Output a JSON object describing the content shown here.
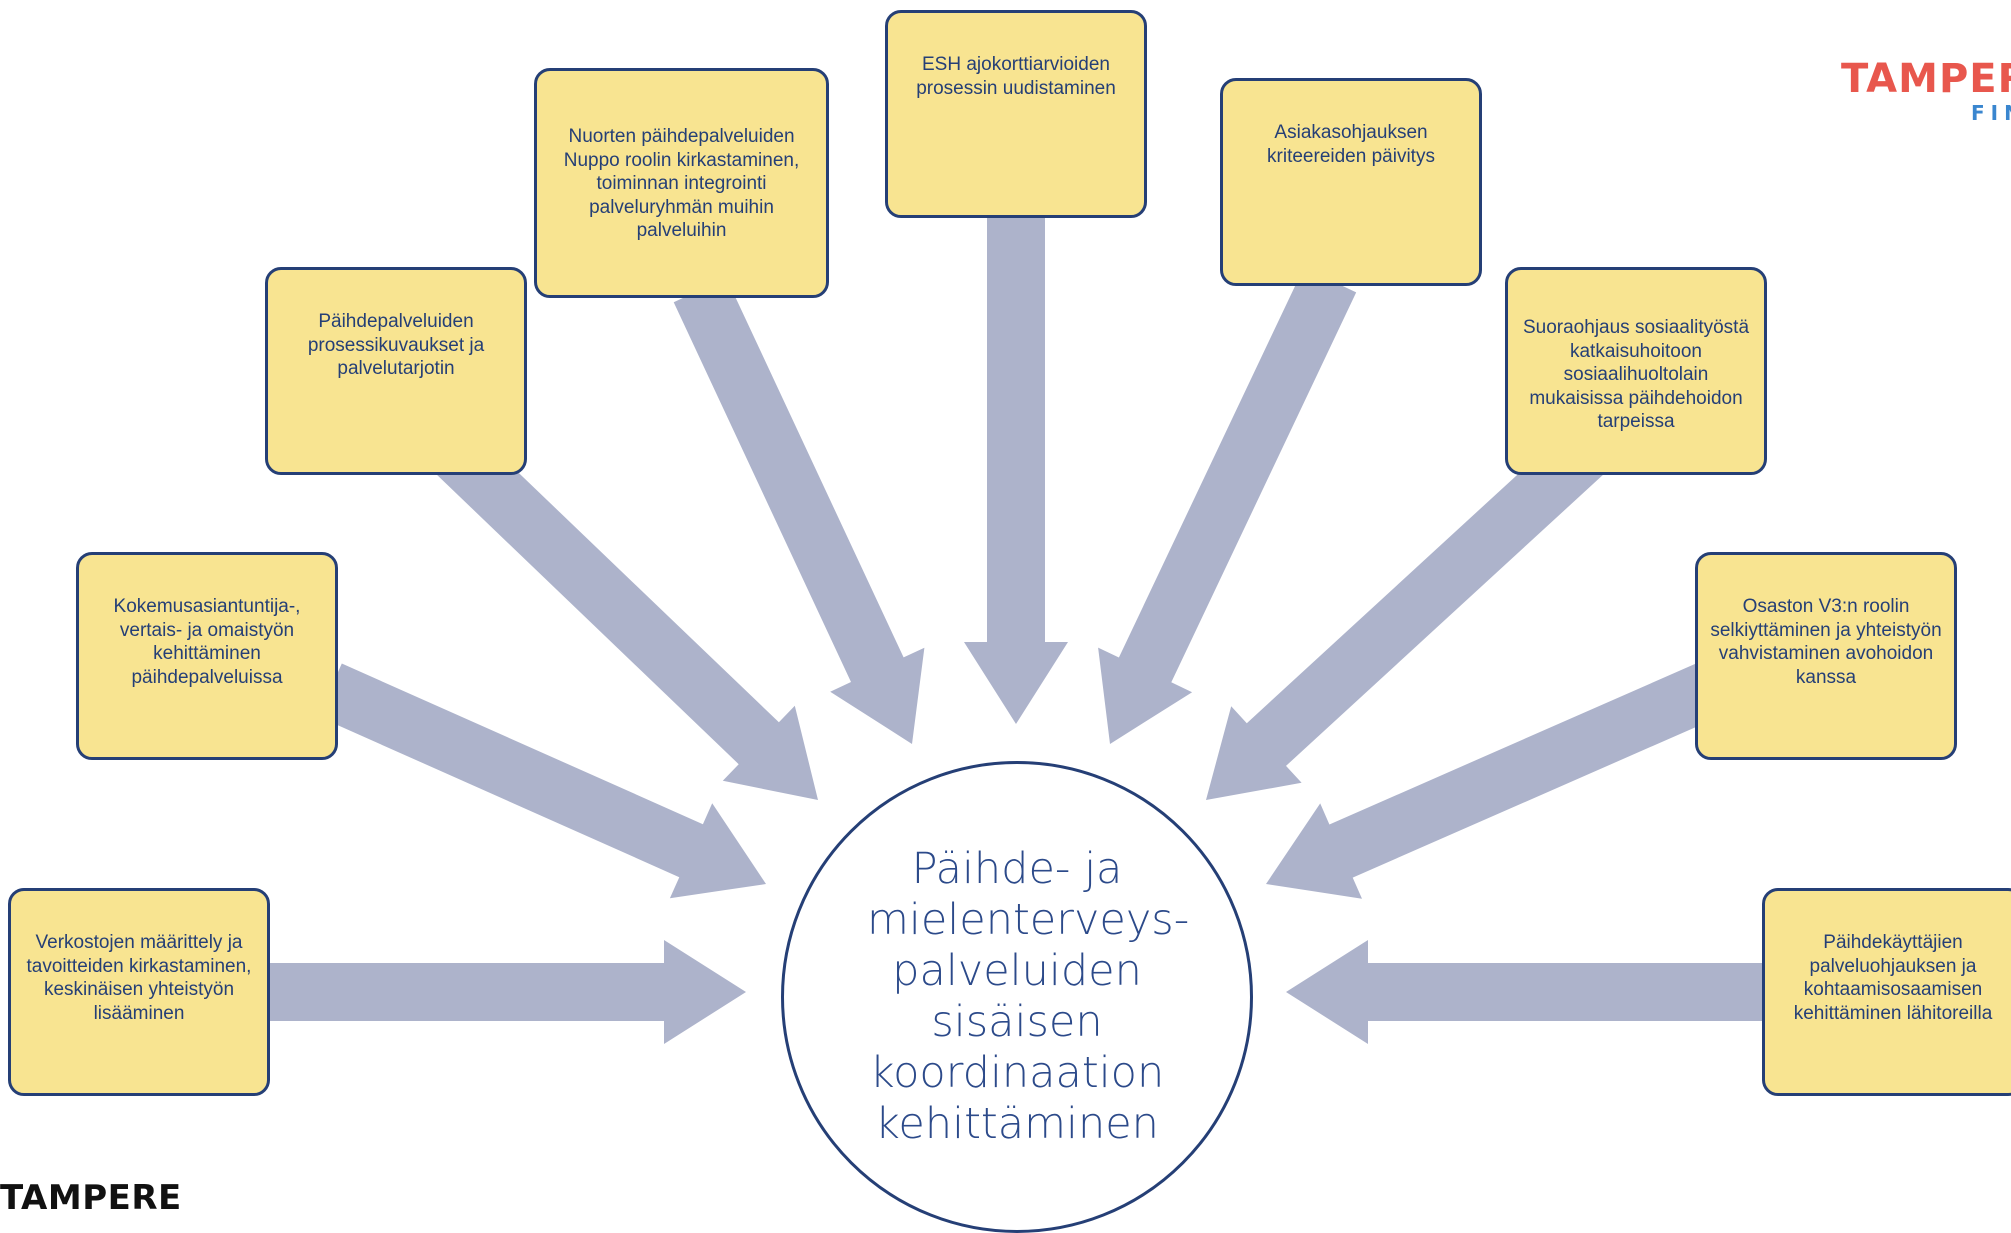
{
  "diagram": {
    "center": "Päihde- ja mielenterveys-palveluiden sisäisen koordinaation kehittäminen",
    "items": [
      {
        "label": "Verkostojen määrittely ja tavoitteiden kirkastaminen, keskinäisen yhteistyön lisääminen"
      },
      {
        "label": "Kokemusasiantuntija-, vertais- ja omaistyön kehittäminen päihdepalveluissa"
      },
      {
        "label": "Päihdepalveluiden prosessikuvaukset ja palvelutarjotin"
      },
      {
        "label": "Nuorten päihdepalveluiden Nuppo roolin kirkastaminen, toiminnan integrointi palveluryhmän muihin palveluihin"
      },
      {
        "label": "ESH ajokorttiarvioiden prosessin uudistaminen"
      },
      {
        "label": "Asiakasohjauksen kriteereiden päivitys"
      },
      {
        "label": "Suoraohjaus sosiaalityöstä katkaisuhoitoon sosiaalihuoltolain mukaisissa päihdehoidon tarpeissa"
      },
      {
        "label": "Osaston V3:n roolin selkiyttäminen ja yhteistyön vahvistaminen avohoidon kanssa"
      },
      {
        "label": "Päihdekäyttäjien palveluohjauksen ja kohtaamisosaamisen kehittäminen lähitoreilla"
      }
    ],
    "colors": {
      "box_fill": "#f8e491",
      "box_border": "#253f76",
      "arrow": "#adb3cb",
      "text": "#253f76"
    }
  },
  "logos": {
    "top_word": "TAMPERE",
    "top_sub": "FINLAND",
    "bottom": "TAMPERE"
  }
}
